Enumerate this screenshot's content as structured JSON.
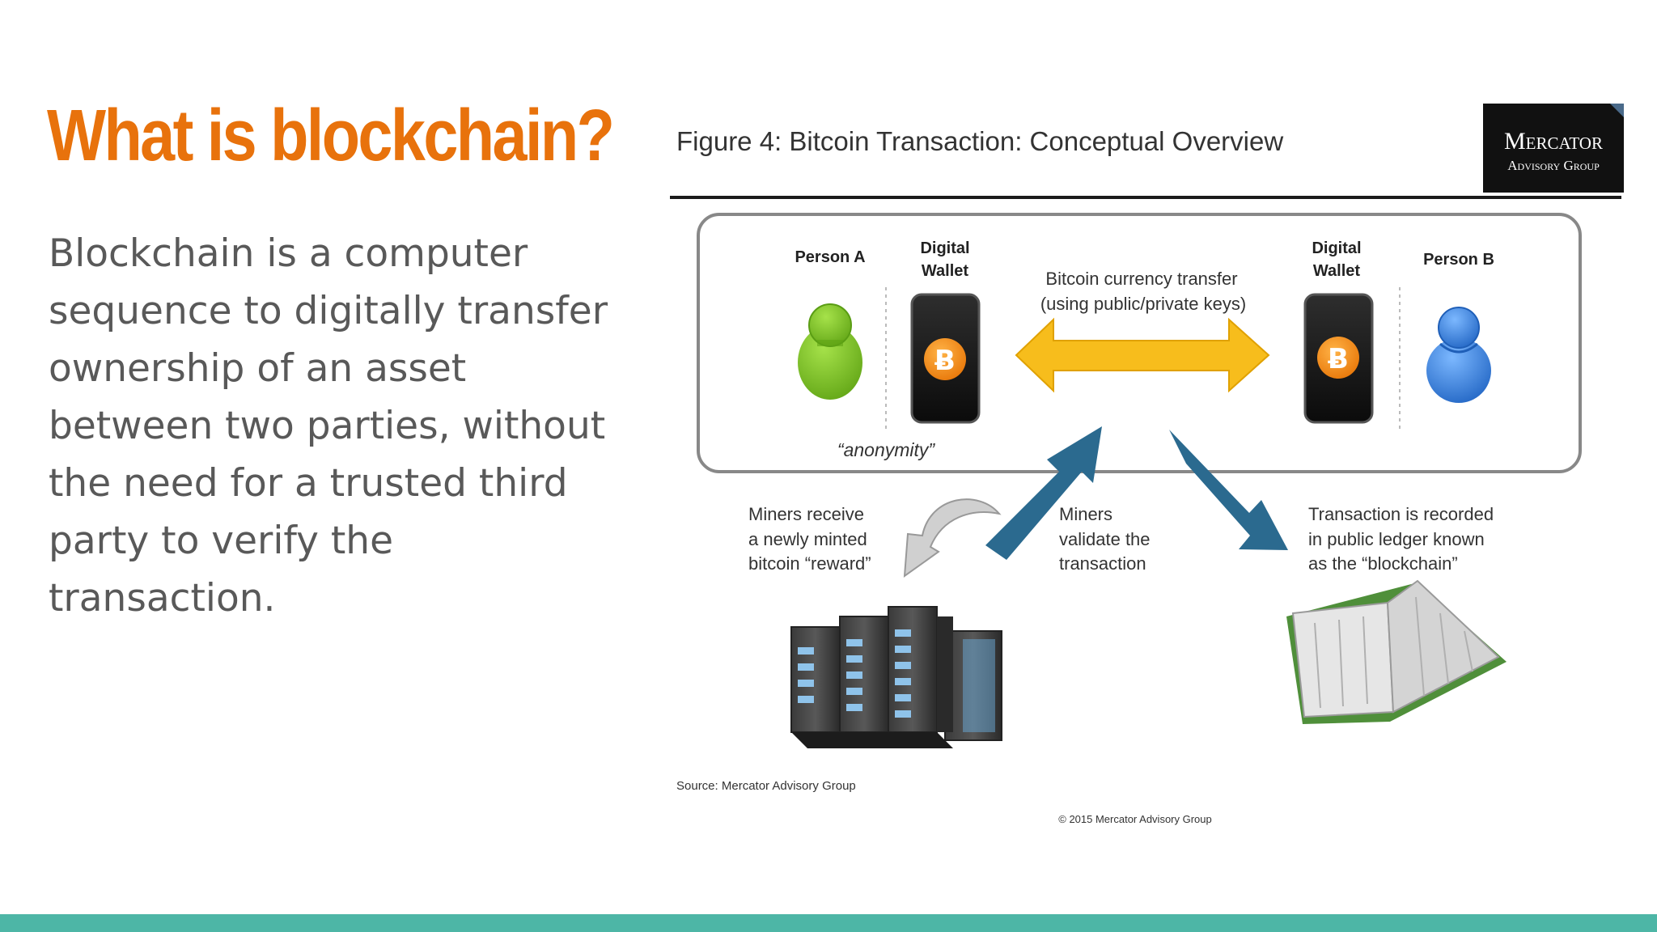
{
  "slide": {
    "title": "What is blockchain?",
    "body": "Blockchain is a computer sequence to digitally transfer ownership of an asset between two parties, without the need for a trusted third party to verify the transaction."
  },
  "figure": {
    "title": "Figure 4: Bitcoin Transaction: Conceptual Overview",
    "logo_line1": "Mercator",
    "logo_line2": "Advisory Group",
    "person_a": "Person A",
    "wallet_left_1": "Digital",
    "wallet_left_2": "Wallet",
    "wallet_right_1": "Digital",
    "wallet_right_2": "Wallet",
    "person_b": "Person B",
    "transfer_line1": "Bitcoin currency transfer",
    "transfer_line2": "(using public/private keys)",
    "anonymity": "“anonymity”",
    "miners_reward": [
      "Miners receive",
      "a newly minted",
      "bitcoin “reward”"
    ],
    "miners_validate": [
      "Miners",
      "validate the",
      "transaction"
    ],
    "ledger": [
      "Transaction is recorded",
      "in public ledger known",
      "as the “blockchain”"
    ],
    "source": "Source: Mercator Advisory Group",
    "copyright": "© 2015 Mercator Advisory Group",
    "bitcoin_symbol": "Ƀ"
  },
  "colors": {
    "title": "#e8720c",
    "body_text": "#595959",
    "accent_bar": "#4db6a6",
    "person_a": "#7dc421",
    "person_b": "#3a84dd",
    "bitcoin": "#f7931a",
    "transfer_arrow": "#f7bd1c",
    "miner_arrow": "#2b6a8f",
    "reward_arrow": "#c9c9c9"
  }
}
